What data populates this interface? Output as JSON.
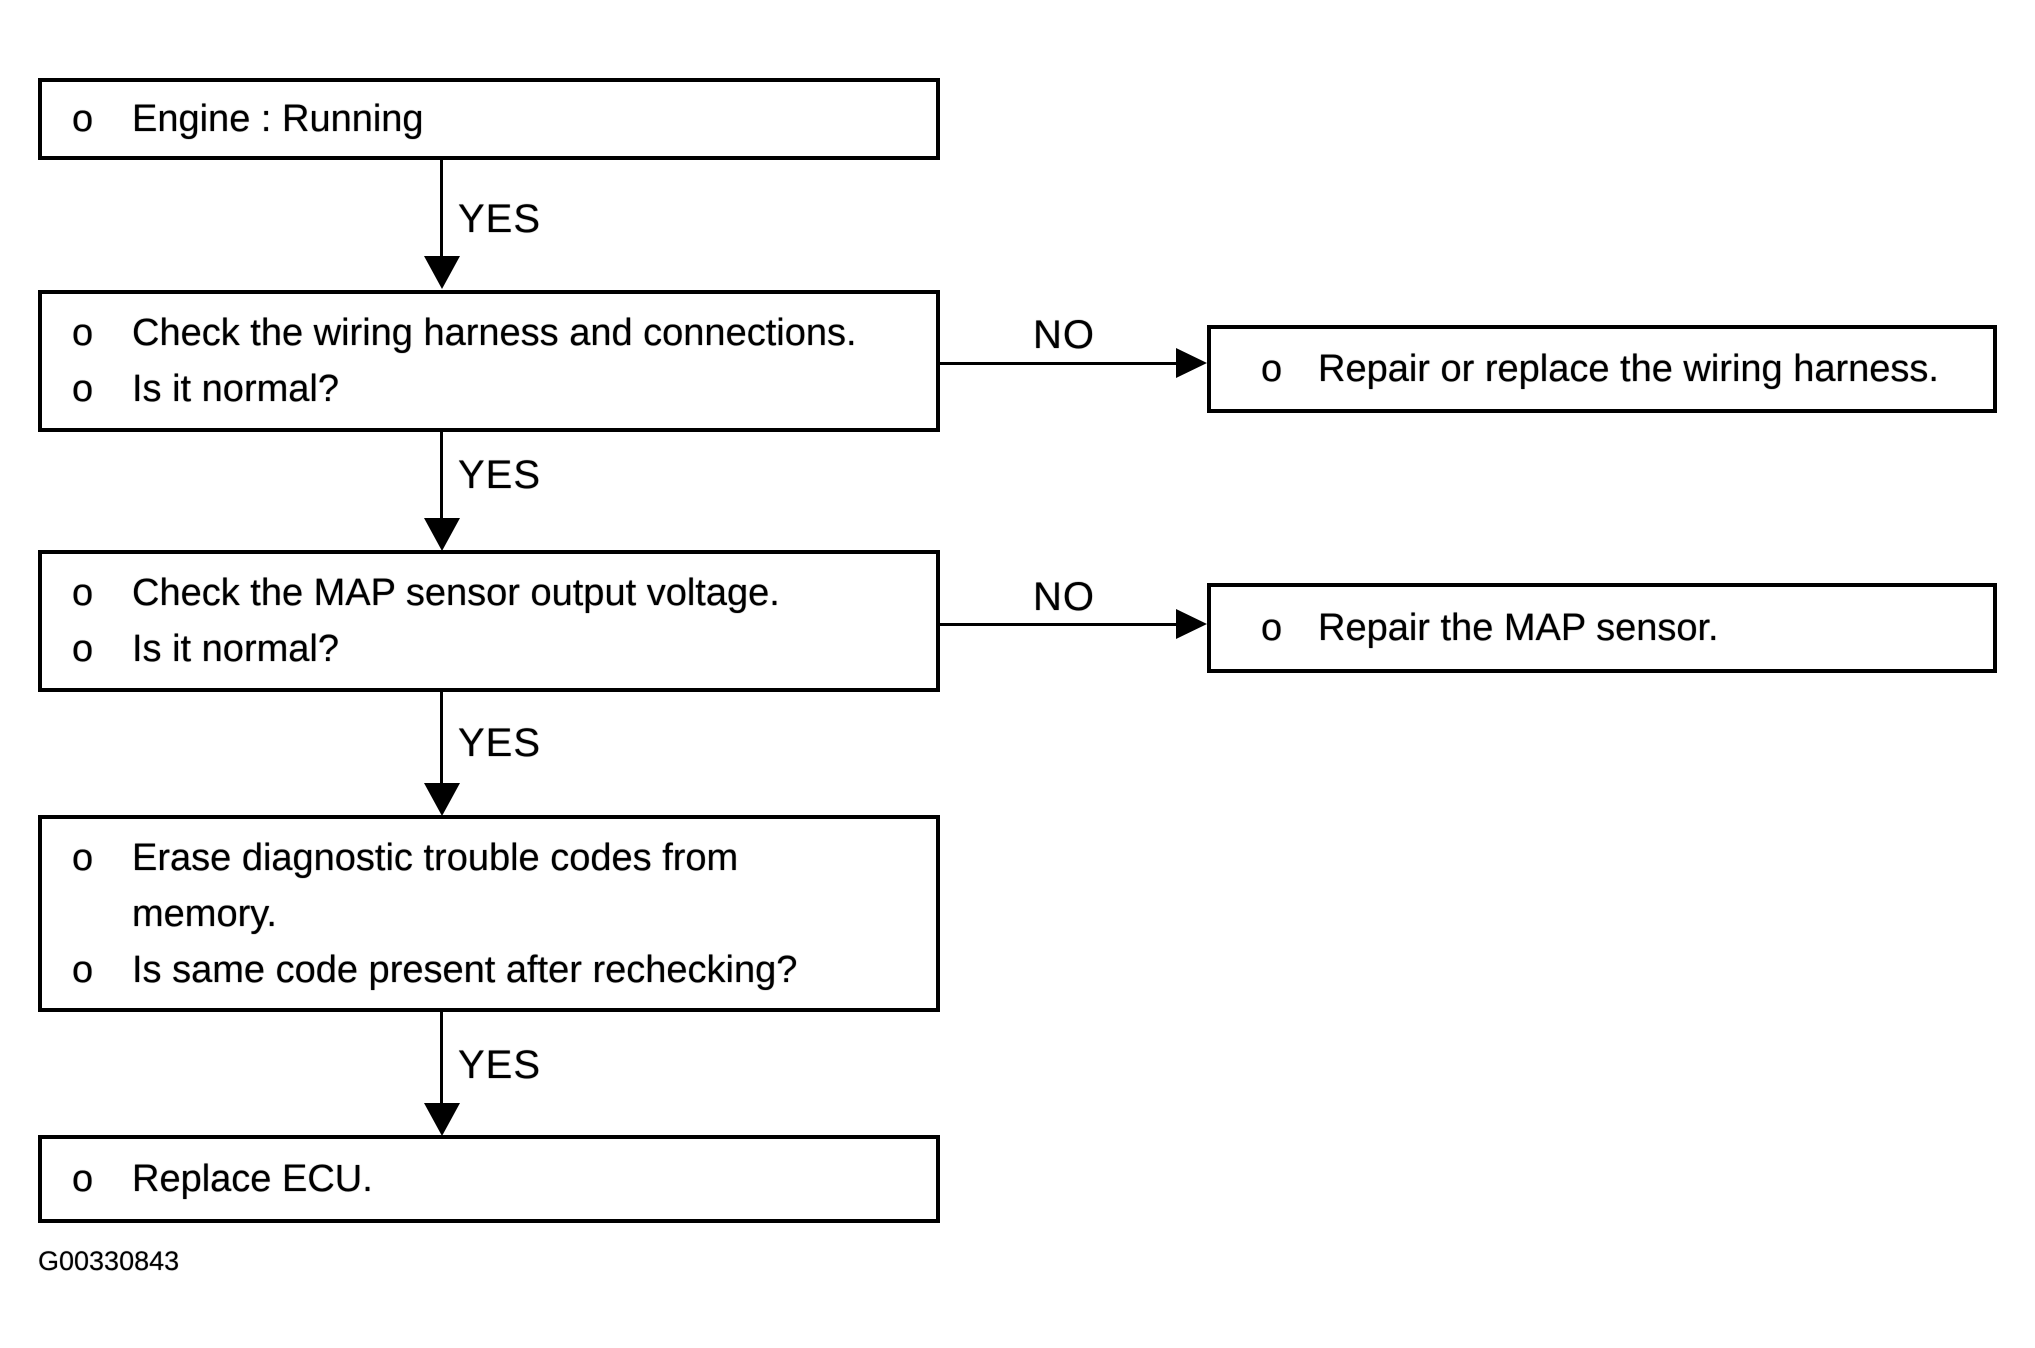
{
  "page": {
    "background_color": "#ffffff",
    "ink_color": "#000000",
    "figure_id": "G00330843"
  },
  "flowchart": {
    "bullet_char": "o",
    "boxes": [
      {
        "id": "engine-running",
        "lines": [
          {
            "bullet": true,
            "text": "Engine : Running"
          }
        ]
      },
      {
        "id": "check-wiring",
        "lines": [
          {
            "bullet": true,
            "text": "Check the wiring harness and connections."
          },
          {
            "bullet": true,
            "text": "Is it normal?"
          }
        ]
      },
      {
        "id": "check-map-voltage",
        "lines": [
          {
            "bullet": true,
            "text": "Check the MAP sensor output voltage."
          },
          {
            "bullet": true,
            "text": "Is it normal?"
          }
        ]
      },
      {
        "id": "erase-codes",
        "lines": [
          {
            "bullet": true,
            "text": "Erase diagnostic trouble codes from"
          },
          {
            "bullet": false,
            "text": "memory."
          },
          {
            "bullet": true,
            "text": "Is same code present after rechecking?"
          }
        ]
      },
      {
        "id": "replace-ecu",
        "lines": [
          {
            "bullet": true,
            "text": "Replace ECU."
          }
        ]
      }
    ],
    "result_boxes": [
      {
        "id": "repair-wiring",
        "lines": [
          {
            "bullet": true,
            "text": "Repair or replace the wiring harness."
          }
        ]
      },
      {
        "id": "repair-map-sensor",
        "lines": [
          {
            "bullet": true,
            "text": "Repair the MAP sensor."
          }
        ]
      }
    ],
    "yes_edges": [
      {
        "label": "YES",
        "from": "engine-running",
        "to": "check-wiring"
      },
      {
        "label": "YES",
        "from": "check-wiring",
        "to": "check-map-voltage"
      },
      {
        "label": "YES",
        "from": "check-map-voltage",
        "to": "erase-codes"
      },
      {
        "label": "YES",
        "from": "erase-codes",
        "to": "replace-ecu"
      }
    ],
    "no_edges": [
      {
        "label": "NO",
        "from": "check-wiring",
        "to": "repair-wiring"
      },
      {
        "label": "NO",
        "from": "check-map-voltage",
        "to": "repair-map-sensor"
      }
    ]
  }
}
